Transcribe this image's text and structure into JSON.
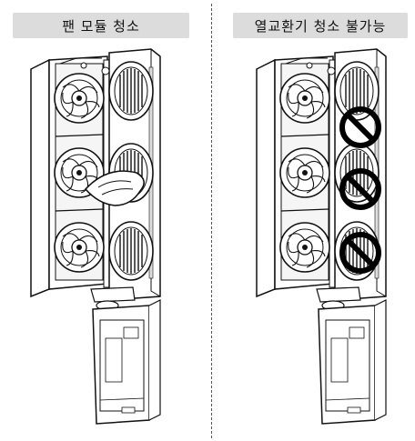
{
  "panels": {
    "left": {
      "label": "팬 모듈 청소",
      "status": "allowed"
    },
    "right": {
      "label": "열교환기 청소 불가능",
      "status": "not-allowed"
    }
  },
  "colors": {
    "label_bg": "#dcdcdc",
    "line": "#111111",
    "prohibit": "#000000"
  }
}
